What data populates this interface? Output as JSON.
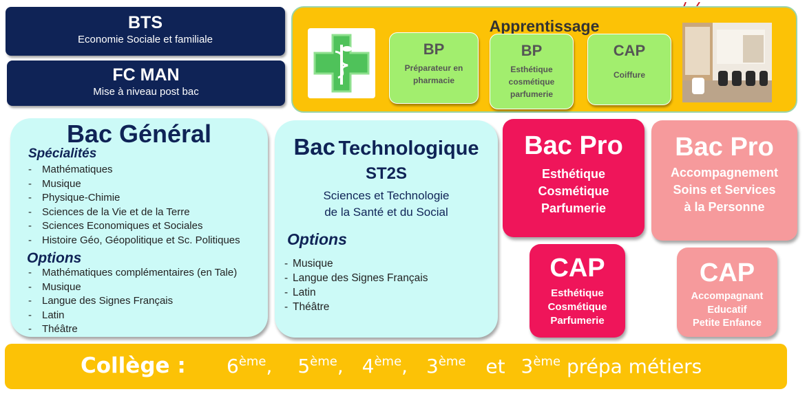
{
  "bts": {
    "title": "BTS",
    "subtitle": "Economie Sociale et familiale"
  },
  "fcman": {
    "title": "FC MAN",
    "subtitle": "Mise à niveau post bac"
  },
  "apprentissage": {
    "title": "Apprentissage",
    "icons": [
      "pharmacy-cross-icon",
      "hair-salon-photo"
    ],
    "cards": [
      {
        "title": "BP",
        "lines": [
          "Préparateur en",
          "pharmacie"
        ]
      },
      {
        "title": "BP",
        "lines": [
          "Esthétique",
          "cosmétique",
          "parfumerie"
        ]
      },
      {
        "title": "CAP",
        "lines": [
          "Coiffure"
        ]
      }
    ]
  },
  "bac_general": {
    "title": "Bac Général",
    "specialites_label": "Spécialités",
    "specialites": [
      "Mathématiques",
      "Musique",
      "Physique-Chimie",
      "Sciences de la Vie et de la Terre",
      "Sciences Economiques et Sociales",
      "Histoire Géo, Géopolitique et Sc. Politiques"
    ],
    "options_label": "Options",
    "options": [
      "Mathématiques complémentaires (en Tale)",
      "Musique",
      "Langue des Signes Français",
      "Latin",
      "Théâtre"
    ]
  },
  "bac_techno": {
    "title_bac": "Bac",
    "title_rest": "Technologique",
    "code": "ST2S",
    "desc_line1": "Sciences et Technologie",
    "desc_line2": "de la Santé et du Social",
    "options_label": "Options",
    "options": [
      "Musique",
      "Langue des Signes Français",
      "Latin",
      "Théâtre"
    ]
  },
  "bac_pro_esthetique": {
    "title": "Bac Pro",
    "lines": [
      "Esthétique",
      "Cosmétique",
      "Parfumerie"
    ]
  },
  "bac_pro_assp": {
    "title": "Bac Pro",
    "lines": [
      "Accompagnement",
      "Soins et Services",
      "à la Personne"
    ]
  },
  "cap_esthetique": {
    "title": "CAP",
    "lines": [
      "Esthétique",
      "Cosmétique",
      "Parfumerie"
    ]
  },
  "cap_aepe": {
    "title": "CAP",
    "lines": [
      "Accompagnant",
      "Educatif",
      "Petite Enfance"
    ]
  },
  "college": {
    "label": "Collège :",
    "levels": [
      {
        "num": "6",
        "sup": "ème",
        "sep": ","
      },
      {
        "num": "5",
        "sup": "ème",
        "sep": ","
      },
      {
        "num": "4",
        "sup": "ème",
        "sep": ","
      },
      {
        "num": "3",
        "sup": "ème",
        "sep": ""
      }
    ],
    "and": "et",
    "last": {
      "num": "3",
      "sup": "ème",
      "suffix": "prépa métiers"
    }
  },
  "colors": {
    "navy": "#0f2356",
    "orange": "#fcc206",
    "green": "#a2ee6e",
    "cyan": "#ccfaf7",
    "magenta": "#ef155a",
    "pink": "#f69a9c"
  }
}
